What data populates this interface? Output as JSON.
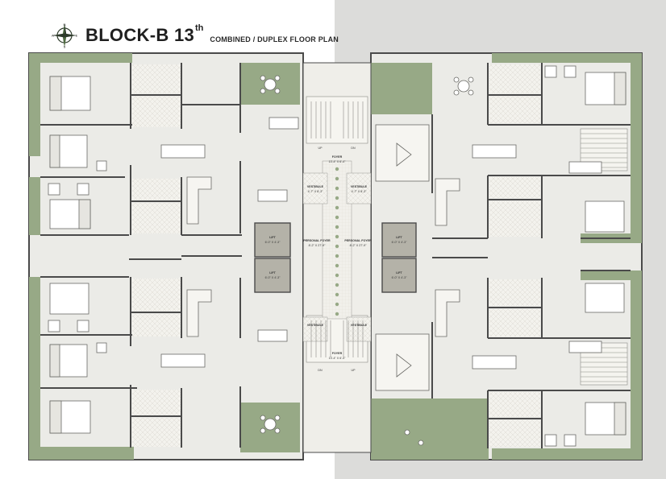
{
  "header": {
    "title": "BLOCK-B 13",
    "title_sup": "th",
    "subtitle": "COMBINED / DUPLEX FLOOR PLAN",
    "compass": {
      "n": "N",
      "s": "S",
      "e": "E",
      "w": "W"
    }
  },
  "labels": {
    "up_top": "UP",
    "dn_top": "DN",
    "up_bottom": "UP",
    "dn_bottom": "DN",
    "foyer_top": "FOYER",
    "foyer_top_dim": "13'-4\" X 6'-4\"",
    "foyer_bottom": "FOYER",
    "foyer_bottom_dim": "13'-4\" X 6'-4\"",
    "vestibule_tl": "VESTIBULE",
    "vestibule_tl_dim": "4'-7\" X 8'-3\"",
    "vestibule_tr": "VESTIBULE",
    "vestibule_tr_dim": "4'-7\" X 8'-3\"",
    "vestibule_bl": "VESTIBULE",
    "vestibule_br": "VESTIBULE",
    "personal_foyer_l": "PERSONAL FOYER",
    "personal_foyer_l_dim": "8'-2\" X 27'-9\"",
    "personal_foyer_r": "PERSONAL FOYER",
    "personal_foyer_r_dim": "8'-2\" X 27'-9\"",
    "lift_1": "LIFT",
    "lift_1_dim": "6'-0\" X 4'-3\"",
    "lift_2": "LIFT",
    "lift_2_dim": "6'-0\" X 4'-3\"",
    "lift_3": "LIFT",
    "lift_3_dim": "6'-0\" X 4'-3\"",
    "lift_4": "LIFT",
    "lift_4_dim": "6'-0\" X 4'-3\""
  },
  "colors": {
    "wall": "#4a4a4a",
    "floor": "#ebebe7",
    "green": "#97a986",
    "lift": "#b4b2a8",
    "concrete": "#dcdcda",
    "tile": "#f2f1ec"
  }
}
